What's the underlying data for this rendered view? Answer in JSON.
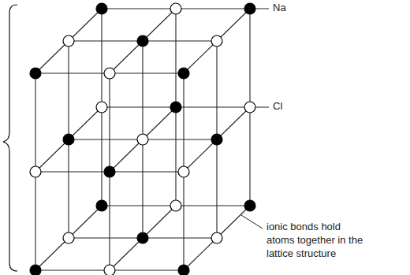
{
  "diagram": {
    "labels": [
      "Na",
      "Cl",
      "ionic bonds hold atoms together in the lattice structure"
    ]
  }
}
